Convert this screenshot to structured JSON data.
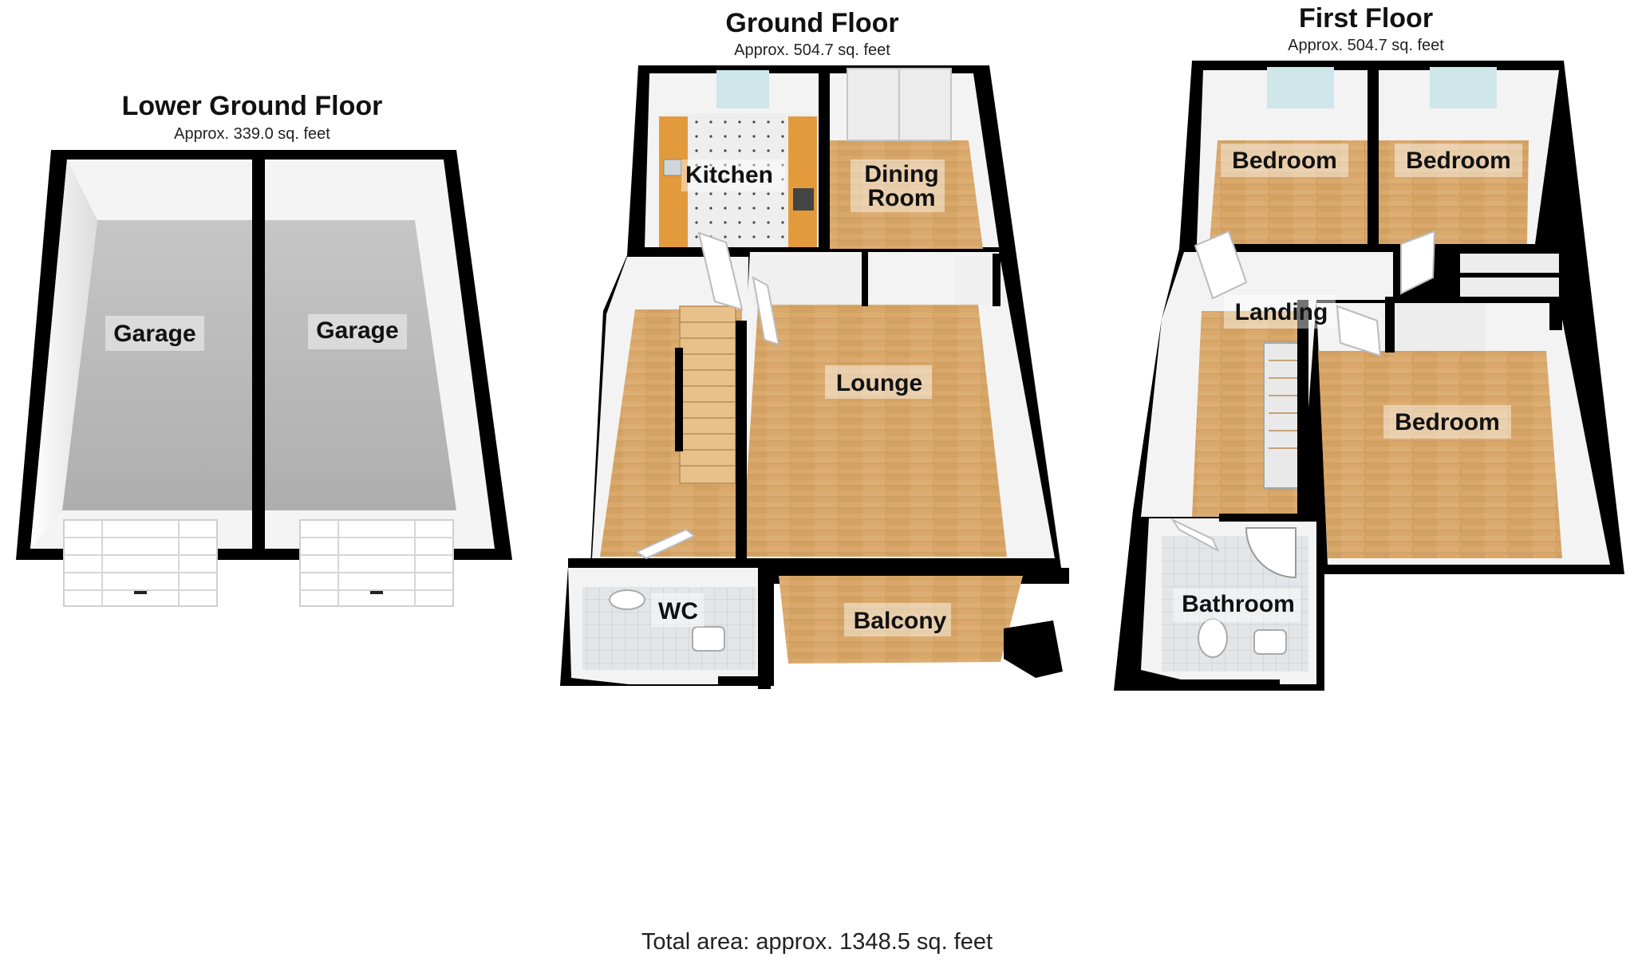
{
  "floors": [
    {
      "title": "Lower Ground Floor",
      "area": "Approx. 339.0 sq. feet",
      "rooms": [
        {
          "label": "Garage"
        },
        {
          "label": "Garage"
        }
      ]
    },
    {
      "title": "Ground Floor",
      "area": "Approx. 504.7 sq. feet",
      "rooms": [
        {
          "label": "Kitchen"
        },
        {
          "label": "Dining"
        },
        {
          "label": "Room"
        },
        {
          "label": "Lounge"
        },
        {
          "label": "WC"
        },
        {
          "label": "Balcony"
        }
      ]
    },
    {
      "title": "First Floor",
      "area": "Approx. 504.7 sq. feet",
      "rooms": [
        {
          "label": "Bedroom"
        },
        {
          "label": "Bedroom"
        },
        {
          "label": "Landing"
        },
        {
          "label": "Bedroom"
        },
        {
          "label": "Bathroom"
        }
      ]
    }
  ],
  "total_area": "Total area: approx. 1348.5 sq. feet",
  "colors": {
    "wall": "#000000",
    "wood_floor": "#d9a86a",
    "garage_floor": "#b9b9b9",
    "inner_wall": "#f2f2f2",
    "tile": "#eeeeee",
    "window": "#cfe6ea"
  }
}
